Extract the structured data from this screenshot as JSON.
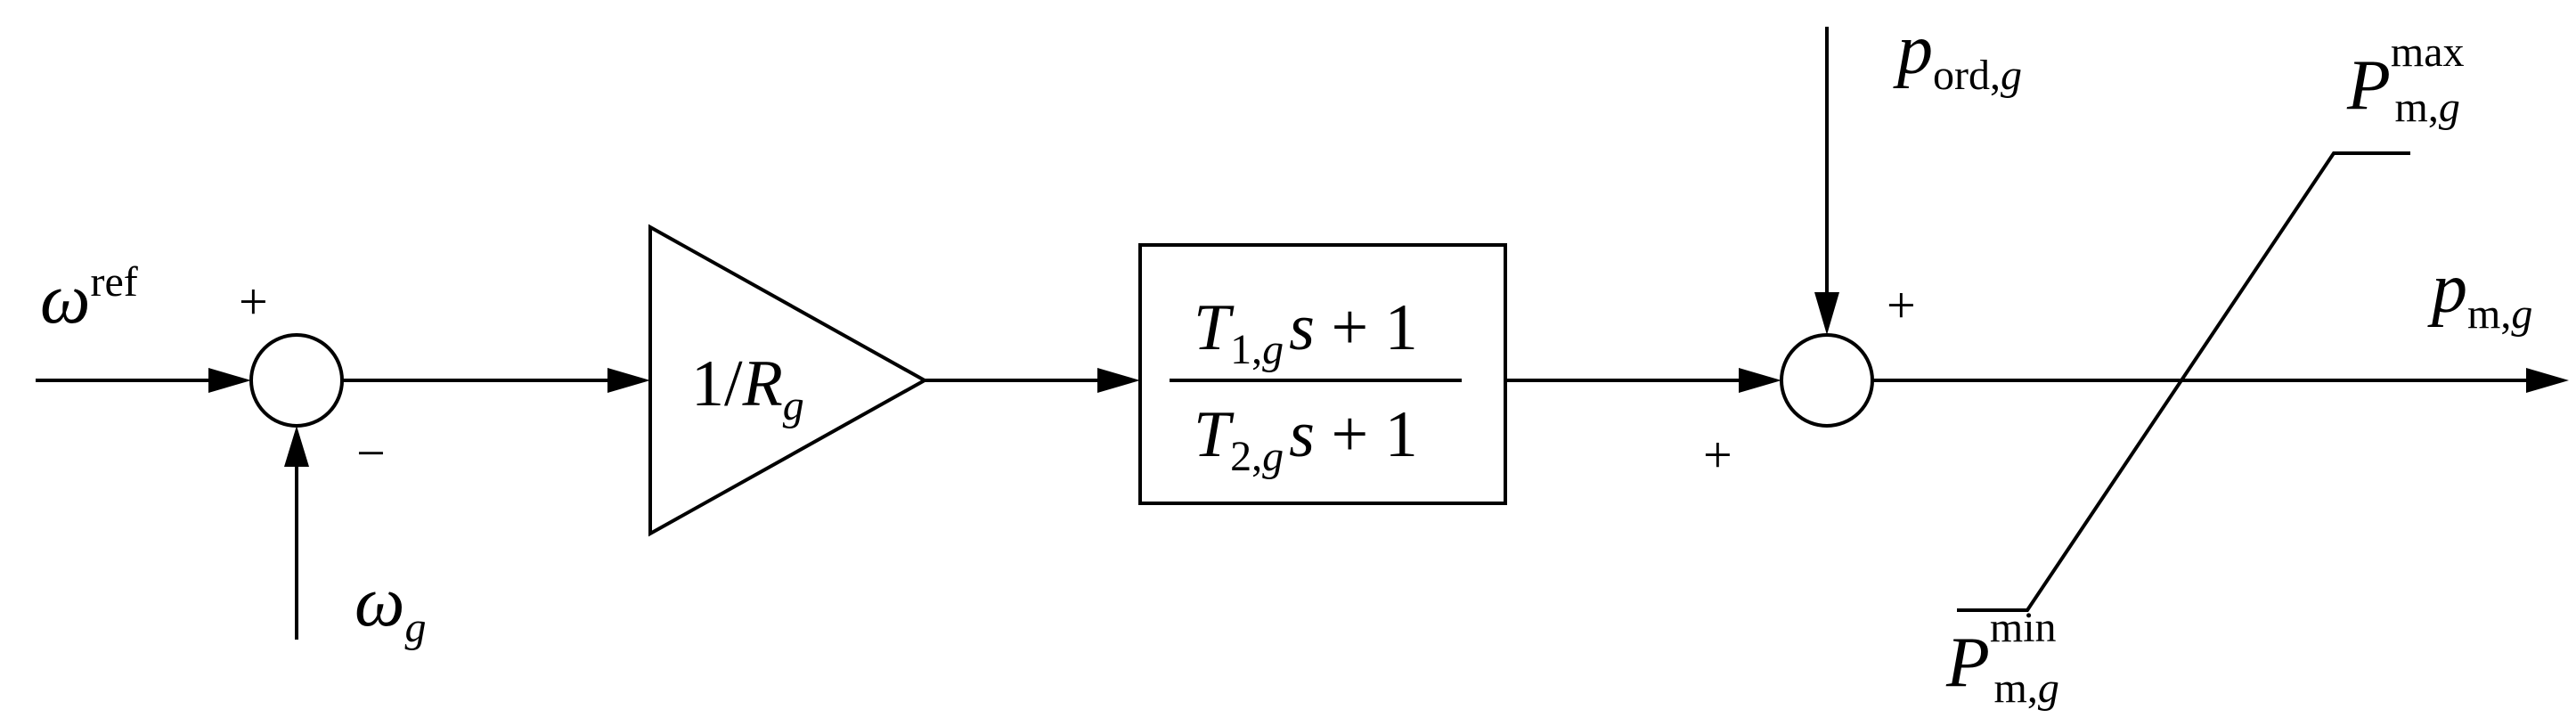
{
  "inputs": {
    "omega_ref": {
      "base": "ω",
      "sup": "ref"
    },
    "omega_g": {
      "base": "ω",
      "sub": "g"
    },
    "p_ord": {
      "base": "p",
      "sub": "ord,",
      "sub_it": "g"
    }
  },
  "summer1": {
    "sign_top": "+",
    "sign_bottom": "−"
  },
  "gain": {
    "prefix": "1/",
    "base": "R",
    "sub": "g"
  },
  "lead_lag": {
    "num": {
      "base": "T",
      "sub": "1,",
      "sub_it": "g",
      "tail_s": "s",
      "tail": " + 1"
    },
    "den": {
      "base": "T",
      "sub": "2,",
      "sub_it": "g",
      "tail_s": "s",
      "tail": " + 1"
    }
  },
  "summer2": {
    "sign_top": "+",
    "sign_bottom": "+"
  },
  "limiter": {
    "max": {
      "base": "P",
      "sup": "max",
      "sub": "m,",
      "sub_it": "g"
    },
    "min": {
      "base": "P",
      "sup": "min",
      "sub": "m,",
      "sub_it": "g"
    }
  },
  "output": {
    "base": "p",
    "sub": "m,",
    "sub_it": "g"
  }
}
